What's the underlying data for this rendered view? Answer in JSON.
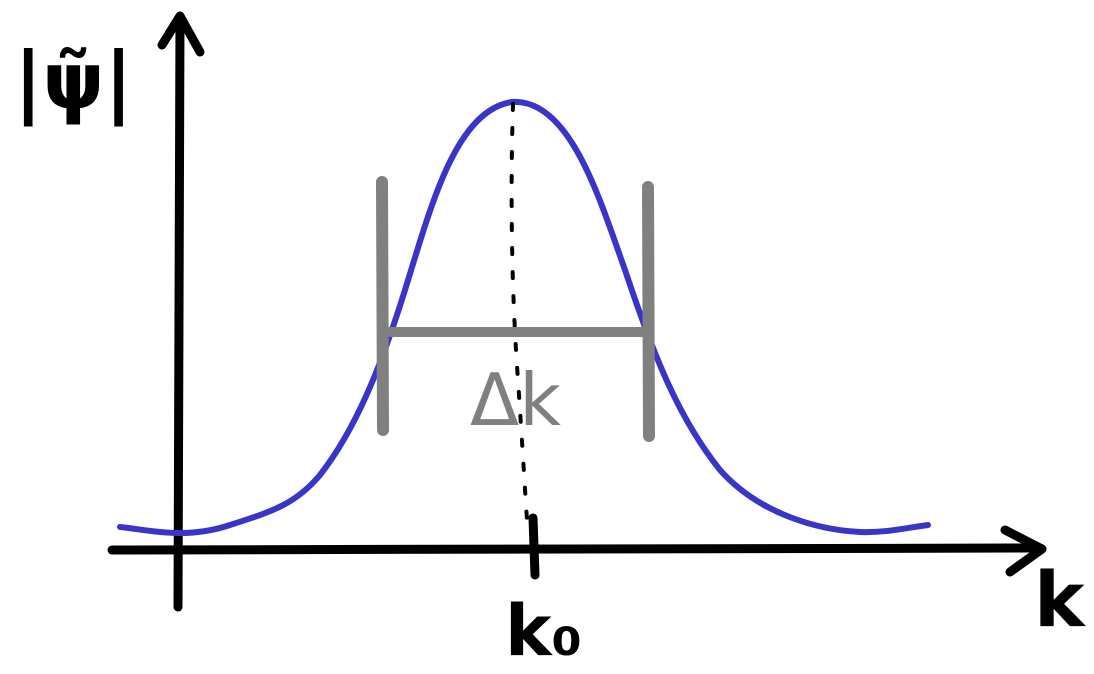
{
  "diagram": {
    "y_axis_label": "|ψ̃|",
    "x_axis_label": "k",
    "center_tick_label": "k₀",
    "width_label": "Δk"
  },
  "colors": {
    "curve": "#3a35c8",
    "axes": "#000000",
    "width_marker": "#808080",
    "center_line": "#000000"
  }
}
